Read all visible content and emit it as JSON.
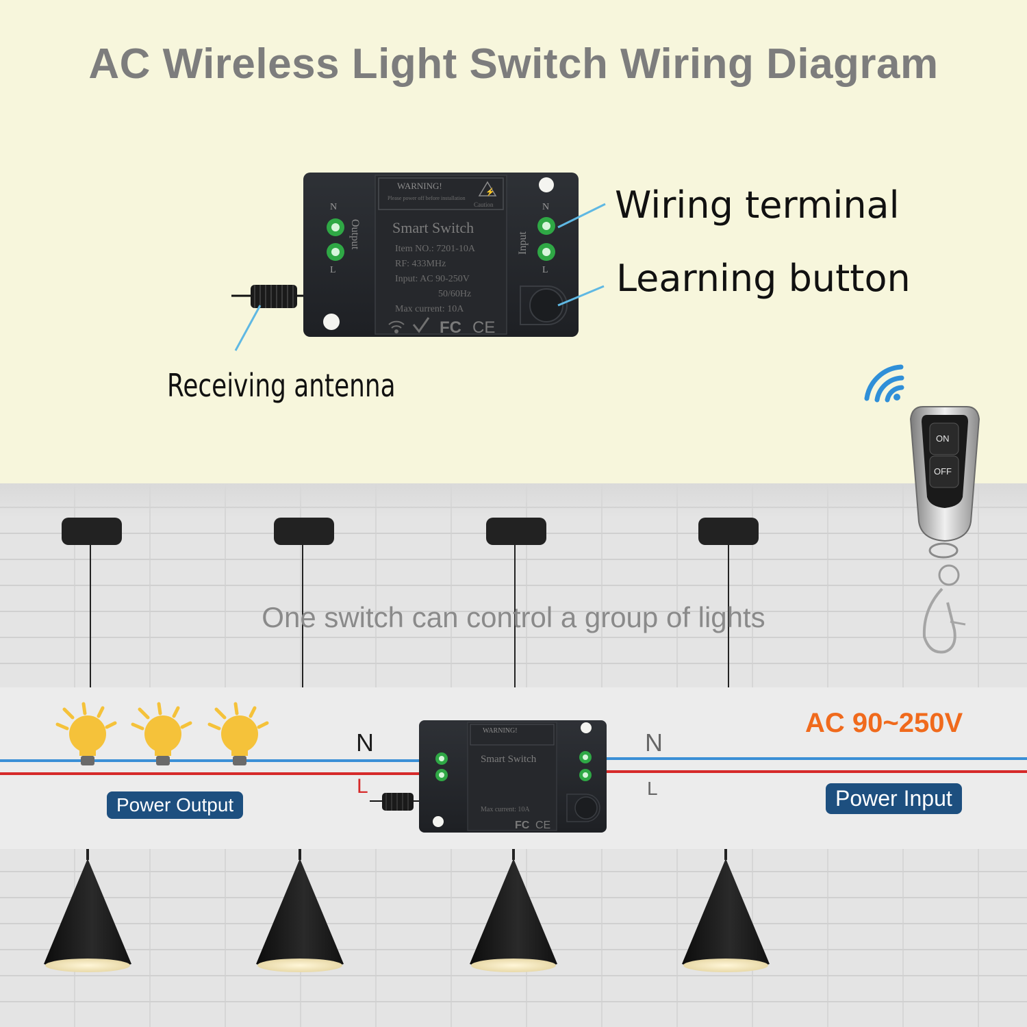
{
  "title": "AC Wireless Light Switch Wiring Diagram",
  "callouts": {
    "wiring_terminal": "Wiring terminal",
    "learning_button": "Learning button",
    "receiving_antenna": "Receiving antenna"
  },
  "module": {
    "warning": "WARNING!",
    "warning_note": "Please power off before installation",
    "caution": "Caution",
    "name": "Smart Switch",
    "item": "Item NO.: 7201-10A",
    "rf": "RF: 433MHz",
    "input": "Input: AC 90-250V",
    "freq": "50/60Hz",
    "max_current": "Max current: 10A",
    "output_label": "Output",
    "input_label": "Input",
    "fc": "FC",
    "ce": "CE",
    "n": "N",
    "l": "L"
  },
  "remote": {
    "on": "ON",
    "off": "OFF"
  },
  "scene": {
    "slogan": "One switch can control a group of lights",
    "voltage": "AC 90~250V",
    "power_output": "Power Output",
    "power_input": "Power Input",
    "wire_n": "N",
    "wire_l": "L"
  },
  "colors": {
    "title": "#7d7d7d",
    "voltage": "#f06a1c",
    "pill": "#1d4f7f",
    "neutral_wire": "#3a8fd6",
    "live_wire": "#d62a2a",
    "callout_line": "#5fb8e3",
    "bulb": "#f5c23a"
  },
  "icons": [
    "wifi-signal-icon",
    "lightbulb-icon",
    "warning-triangle-icon",
    "check-mark-icon"
  ]
}
